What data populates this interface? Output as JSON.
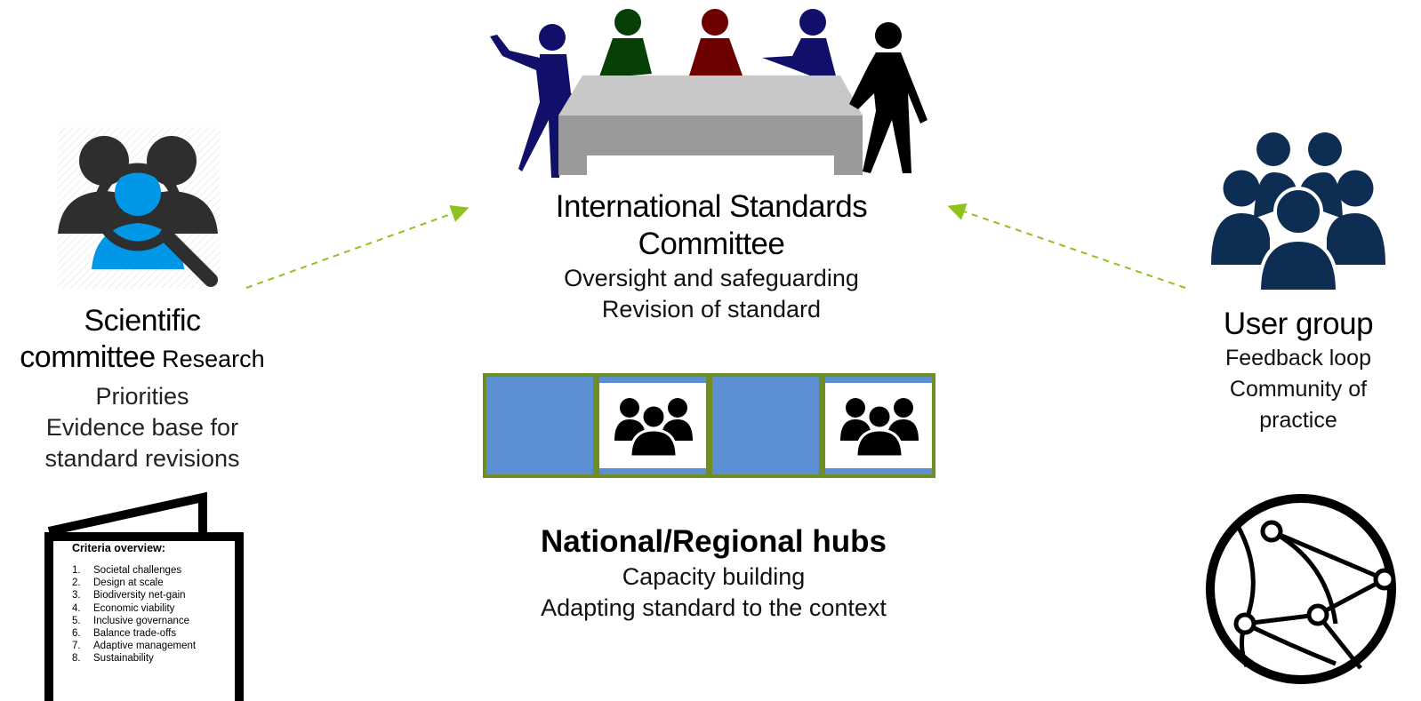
{
  "scientific": {
    "title_line1": "Scientific",
    "title_line2": "committee",
    "inline": " Research",
    "lines": [
      "Priorities",
      "Evidence base for",
      "standard revisions"
    ]
  },
  "criteria": {
    "title": "Criteria overview:",
    "items": [
      {
        "num": "1.",
        "label": "Societal challenges"
      },
      {
        "num": "2.",
        "label": "Design at scale"
      },
      {
        "num": "3.",
        "label": "Biodiversity net-gain"
      },
      {
        "num": "4.",
        "label": "Economic viability"
      },
      {
        "num": "5.",
        "label": "Inclusive governance"
      },
      {
        "num": "6.",
        "label": "Balance trade-offs"
      },
      {
        "num": "7.",
        "label": "Adaptive management"
      },
      {
        "num": "8.",
        "label": "Sustainability"
      }
    ]
  },
  "isc": {
    "title_line1": "International Standards",
    "title_line2": "Committee",
    "lines": [
      "Oversight and safeguarding",
      "Revision of standard"
    ]
  },
  "hubs": {
    "title": "National/Regional hubs",
    "lines": [
      "Capacity building",
      "Adapting standard to the context"
    ]
  },
  "user_group": {
    "title": "User group",
    "lines": [
      "Feedback loop",
      "Community of",
      "practice"
    ]
  },
  "colors": {
    "arrow": "#8dc21f",
    "hub_border": "#6e8e23",
    "hub_fill": "#5b8fd1",
    "user_icon": "#0d2d52",
    "sci_accent": "#0098e6"
  }
}
